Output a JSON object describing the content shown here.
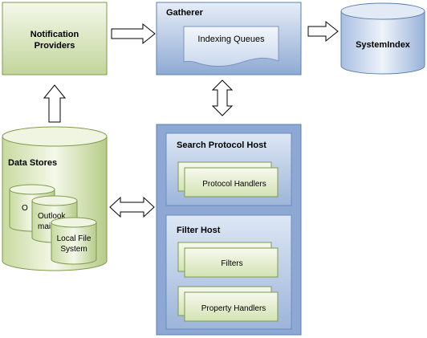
{
  "diagram": {
    "notification_providers": {
      "line1": "Notification",
      "line2": "Providers"
    },
    "gatherer": {
      "title": "Gatherer",
      "indexing_queues": "Indexing Queues"
    },
    "system_index": "SystemIndex",
    "data_stores": {
      "title": "Data Stores",
      "ofc_label": "O",
      "outlook": {
        "line1": "Outlook",
        "line2": "mail"
      },
      "local_file_system": {
        "line1": "Local File",
        "line2": "System"
      }
    },
    "search_protocol_host": {
      "title": "Search Protocol Host",
      "protocol_handlers": "Protocol Handlers"
    },
    "filter_host": {
      "title": "Filter Host",
      "filters": "Filters",
      "property_handlers": "Property Handlers"
    }
  },
  "colors": {
    "green_light": "#eef4dd",
    "green_dark": "#b9cf8c",
    "green_stroke": "#7e9a4d",
    "blue_light": "#dfe8f4",
    "blue_dark": "#9fb6d8",
    "blue_stroke": "#5b7fb3"
  }
}
